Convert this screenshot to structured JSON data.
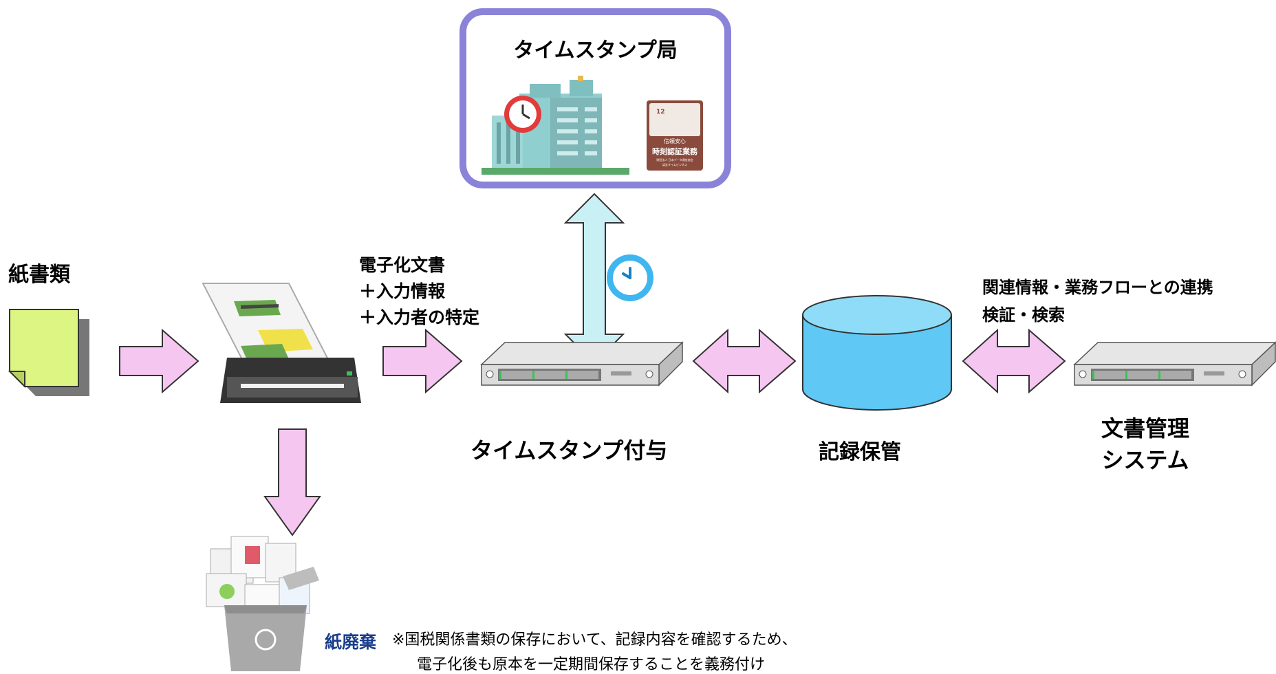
{
  "tsa_box": {
    "title": "タイムスタンプ局",
    "badge_lines": [
      "12",
      "信頼安心",
      "時刻認証業務",
      "財団法人 日本データ通信協会",
      "認定タイムビジネス"
    ]
  },
  "labels": {
    "paper_docs": "紙書類",
    "digitized": [
      "電子化文書",
      "＋入力情報",
      "＋入力者の特定"
    ],
    "timestamp_grant": "タイムスタンプ付与",
    "record_storage": "記録保管",
    "linkage": [
      "関連情報・業務フローとの連携",
      "検証・検索"
    ],
    "doc_system": [
      "文書管理",
      "システム"
    ],
    "paper_disposal": "紙廃棄",
    "note": [
      "※国税関係書類の保存において、記録内容を確認するため、",
      "電子化後も原本を一定期間保存することを義務付け"
    ]
  },
  "colors": {
    "frame_border": "#8B83D8",
    "arrow_fill": "#F5C6F0",
    "vertical_arrow_fill": "#C9F1F5",
    "database_fill": "#5FC8F5",
    "paper_fill": "#DDF583",
    "building": "#7FBFC0",
    "disposal_text": "#1A3E8C"
  }
}
